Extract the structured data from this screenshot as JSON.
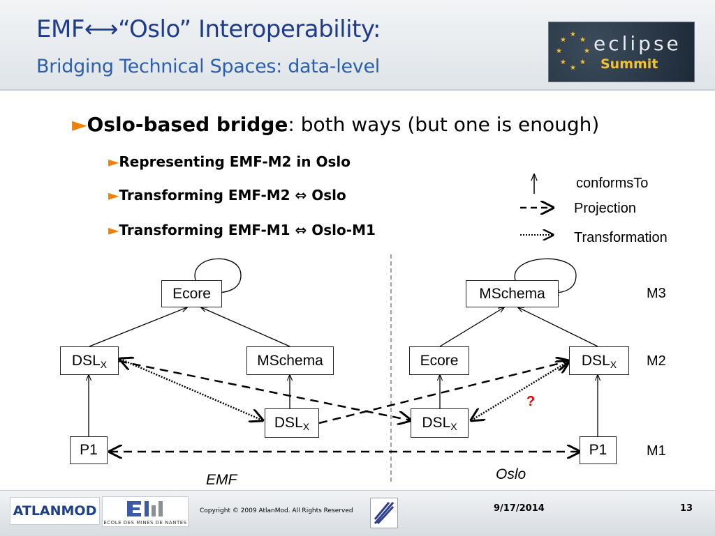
{
  "header": {
    "title_line1": "EMF⟷“Oslo” Interoperability:",
    "title_line2": "Bridging Technical Spaces: data-level",
    "logo_word": "eclipse",
    "logo_sub": "Summit"
  },
  "bullets": {
    "main": {
      "marker": "►",
      "title": "Oslo-based bridge",
      "rest": ": both ways (but one is enough)"
    },
    "items": [
      {
        "marker": "►",
        "text": "Representing EMF-M2 in Oslo"
      },
      {
        "marker": "►",
        "text": "Transforming EMF-M2 ⇔ Oslo"
      },
      {
        "marker": "►",
        "text": "Transforming EMF-M1 ⇔ Oslo-M1"
      }
    ]
  },
  "legend": {
    "conforms": "conformsTo",
    "projection": "Projection",
    "transformation": "Transformation"
  },
  "diagram": {
    "left_ecore": "Ecore",
    "left_dsl": "DSL",
    "left_dsl_sub": "X",
    "left_mschema": "MSchema",
    "left_p1": "P1",
    "mid_left_dsl": "DSL",
    "mid_left_dsl_sub": "X",
    "mid_right_dsl": "DSL",
    "mid_right_dsl_sub": "X",
    "right_mschema": "MSchema",
    "right_ecore": "Ecore",
    "right_dsl": "DSL",
    "right_dsl_sub": "X",
    "right_p1": "P1",
    "level_m3": "M3",
    "level_m2": "M2",
    "level_m1": "M1",
    "label_emf": "EMF",
    "label_oslo": "Oslo",
    "question": "?"
  },
  "footer": {
    "atlanmod": "ATLANMOD",
    "emn": "ECOLE DES MINES DE NANTES",
    "copyright": "Copyright © 2009 AtlanMod. All Rights Reserved",
    "date": "9/17/2014",
    "page": "13"
  },
  "colors": {
    "title": "#1f3c8c",
    "subtitle": "#2b5fb0",
    "bullet_marker": "#f08000",
    "question": "#e00000"
  }
}
